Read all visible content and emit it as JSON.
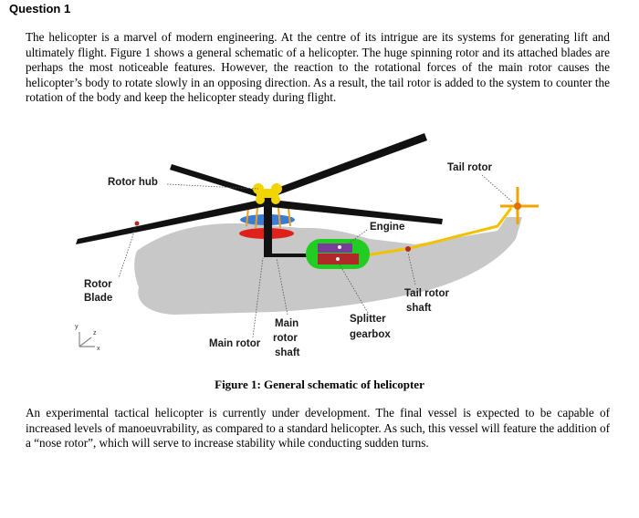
{
  "question": {
    "title": "Question 1"
  },
  "intro": {
    "paragraph": "The helicopter is a marvel of modern engineering. At the centre of its intrigue are its systems for generating lift and ultimately flight. Figure 1 shows a general schematic of a helicopter. The huge spinning rotor and its attached blades are perhaps the most noticeable features. However, the reaction to the rotational forces of the main rotor causes the helicopter’s body to rotate slowly in an opposing direction. As a result, the tail rotor is added to the system to counter the rotation of the body and keep the helicopter steady during flight."
  },
  "figure": {
    "caption": "Figure 1: General schematic of helicopter",
    "labels": {
      "rotor_hub": "Rotor hub",
      "tail_rotor": "Tail rotor",
      "engine": "Engine",
      "rotor_blade_1": "Rotor",
      "rotor_blade_2": "Blade",
      "tail_rotor_shaft_1": "Tail rotor",
      "tail_rotor_shaft_2": "shaft",
      "main_rotor_shaft_1": "Main",
      "main_rotor_shaft_2": "rotor",
      "main_rotor_shaft_3": "shaft",
      "main_rotor": "Main rotor",
      "splitter_gearbox_1": "Splitter",
      "splitter_gearbox_2": "gearbox"
    },
    "axes": {
      "y": "y",
      "z": "z",
      "x": "x"
    },
    "colors": {
      "body": "#c8c8c8",
      "blade": "#111111",
      "hub": "#f2d400",
      "gearbox_outer": "#22cc22",
      "gearbox_inner": "#b02828",
      "shaft": "#f2c200",
      "disc_blue": "#3a7bd5",
      "disc_red": "#e0201a",
      "swashplate": "#e8a020"
    }
  },
  "body_text": {
    "paragraph": "An experimental tactical helicopter is currently under development. The final vessel is expected to be capable of increased levels of manoeuvrability, as compared to a standard helicopter. As such, this vessel will feature the addition of a “nose rotor”, which will serve to increase stability while conducting sudden turns."
  }
}
